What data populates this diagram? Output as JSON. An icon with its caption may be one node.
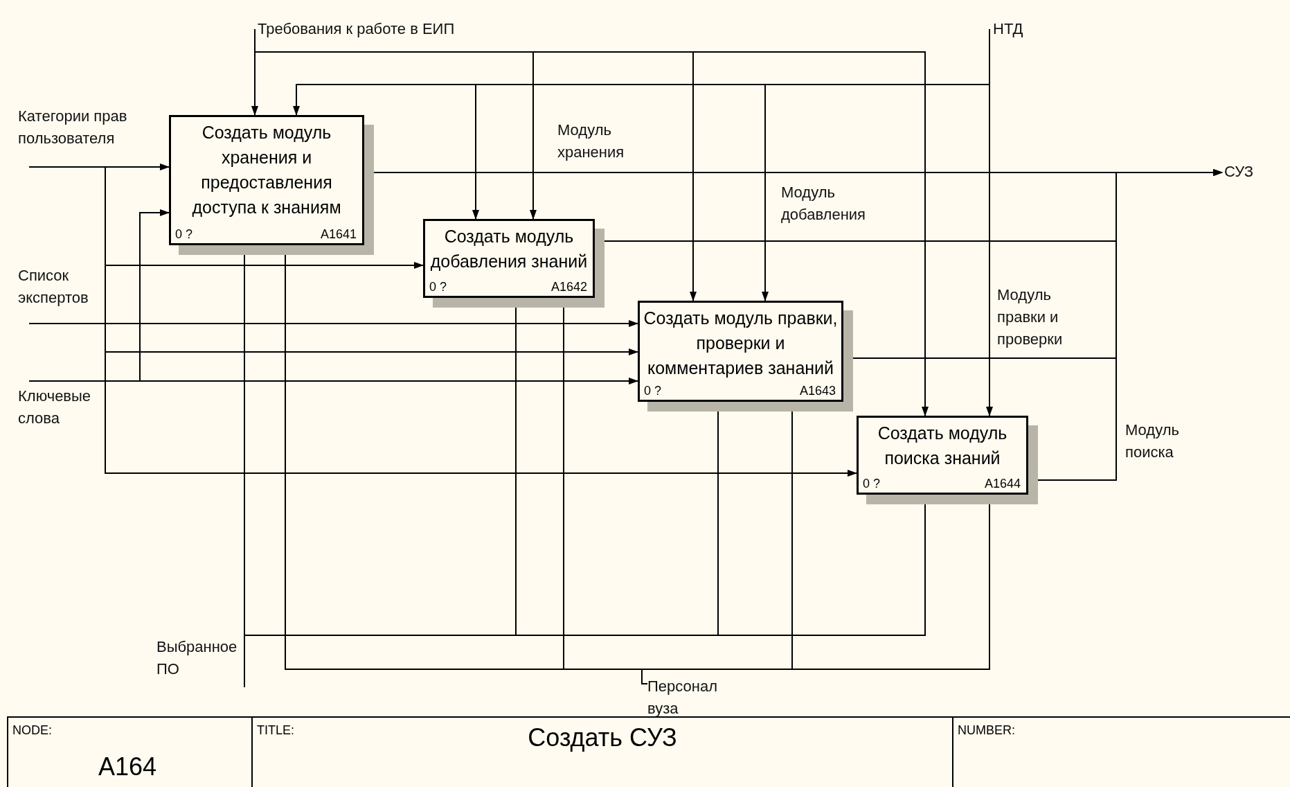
{
  "diagram": {
    "title": "Создать СУЗ",
    "nodes": [
      {
        "text": [
          "Требования к работе в ЕИП"
        ]
      },
      {
        "text": [
          "НТД"
        ]
      },
      {
        "text": [
          "Категории прав пользователя"
        ]
      },
      {
        "text": [
          "СУЗ"
        ]
      },
      {
        "text": [
          "Создать модуль хранения и предоставления доступа к знаниям",
          "0 ?",
          "A1641"
        ]
      },
      {
        "text": [
          "Создать модуль добавления знаний",
          "0 ?",
          "A1642"
        ]
      },
      {
        "text": [
          "Список экспертов"
        ]
      },
      {
        "text": [
          "Создать модуль правки, проверки и комментариев зананий",
          "0 ?",
          "A1643"
        ]
      },
      {
        "text": [
          "Ключевые слова"
        ]
      },
      {
        "text": [
          "Создать модуль поиска знаний",
          "0 ?",
          "A1644"
        ]
      },
      {
        "text": [
          "Выбранное ПО"
        ]
      },
      {
        "text": [
          "Персонал вуза"
        ]
      }
    ],
    "edges": [
      {
        "from": 2,
        "to": 4,
        "arrow": "to"
      },
      {
        "from": 2,
        "to": 5,
        "arrow": "to"
      },
      {
        "from": 2,
        "to": 7,
        "arrow": "to"
      },
      {
        "from": 2,
        "to": 9,
        "arrow": "to"
      },
      {
        "from": 6,
        "to": 7,
        "arrow": "to"
      },
      {
        "from": 8,
        "to": 7,
        "arrow": "to"
      },
      {
        "from": 8,
        "to": 4,
        "arrow": "to"
      },
      {
        "from": 0,
        "to": 4,
        "arrow": "to"
      },
      {
        "from": 0,
        "to": 5,
        "arrow": "to"
      },
      {
        "from": 0,
        "to": 7,
        "arrow": "to"
      },
      {
        "from": 0,
        "to": 9,
        "arrow": "to"
      },
      {
        "from": 1,
        "to": 9,
        "arrow": "to"
      },
      {
        "from": 1,
        "to": 4,
        "arrow": "to"
      },
      {
        "from": 1,
        "to": 5,
        "arrow": "to"
      },
      {
        "from": 1,
        "to": 7,
        "arrow": "to"
      },
      {
        "from": 4,
        "to": 3,
        "label": "Модуль хранения",
        "arrow": "to"
      },
      {
        "from": 5,
        "to": 3,
        "label": "Модуль добавления",
        "arrow": "to"
      },
      {
        "from": 7,
        "to": 3,
        "label": "Модуль правки и проверки",
        "arrow": "to"
      },
      {
        "from": 9,
        "to": 3,
        "label": "Модуль поиска",
        "arrow": "to"
      },
      {
        "from": 10,
        "to": 4,
        "arrow": "to"
      },
      {
        "from": 10,
        "to": 5,
        "arrow": "to"
      },
      {
        "from": 10,
        "to": 7,
        "arrow": "to"
      },
      {
        "from": 10,
        "to": 9,
        "arrow": "to"
      },
      {
        "from": 11,
        "to": 4,
        "arrow": "to"
      },
      {
        "from": 11,
        "to": 5,
        "arrow": "to"
      },
      {
        "from": 11,
        "to": 7,
        "arrow": "to"
      },
      {
        "from": 11,
        "to": 9,
        "arrow": "to"
      }
    ],
    "labels": [
      "NODE:",
      "A164",
      "TITLE:",
      "NUMBER:"
    ]
  }
}
